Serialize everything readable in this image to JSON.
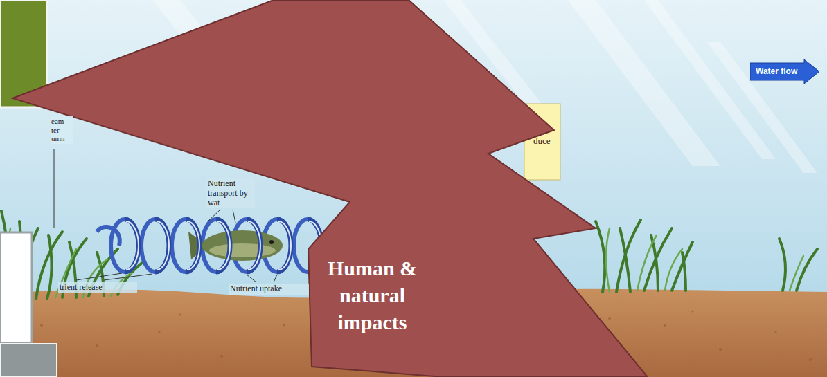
{
  "diagram": {
    "nodes": [
      {
        "text": [
          "Water flow"
        ]
      },
      {
        "text": [
          "duce"
        ]
      },
      {
        "text": [
          "Human & natural impacts"
        ]
      }
    ],
    "labels": [
      "eam ter umn",
      "Nutrient transport by wat",
      "trient release",
      "Nutrient uptake"
    ]
  }
}
